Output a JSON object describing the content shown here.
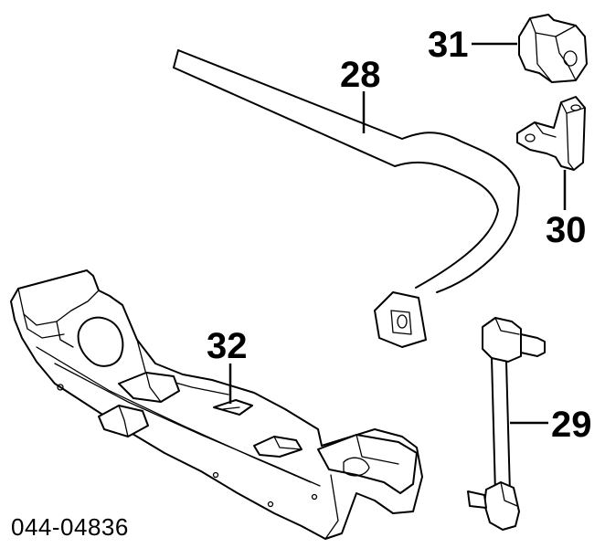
{
  "callouts": {
    "stabilizer_bar": "28",
    "link": "29",
    "bracket": "30",
    "bushing": "31",
    "crossmember_clip": "32"
  },
  "catalog_number": "044-04836"
}
